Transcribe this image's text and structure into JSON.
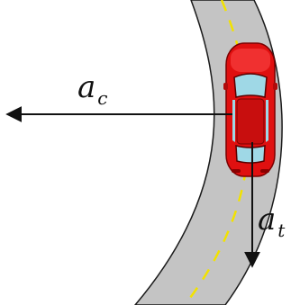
{
  "labels": {
    "centripetal": {
      "symbol": "a",
      "subscript": "c"
    },
    "tangential": {
      "symbol": "a",
      "subscript": "t"
    }
  },
  "colors": {
    "road": "#c4c4c4",
    "road_edge": "#1a1a1a",
    "lane_marking": "#f2e200",
    "car_body": "#e01010",
    "car_dark": "#8a0000",
    "car_glass": "#9fd8e6",
    "arrow": "#111111",
    "background": "#ffffff"
  },
  "icons": [
    "car-icon"
  ]
}
